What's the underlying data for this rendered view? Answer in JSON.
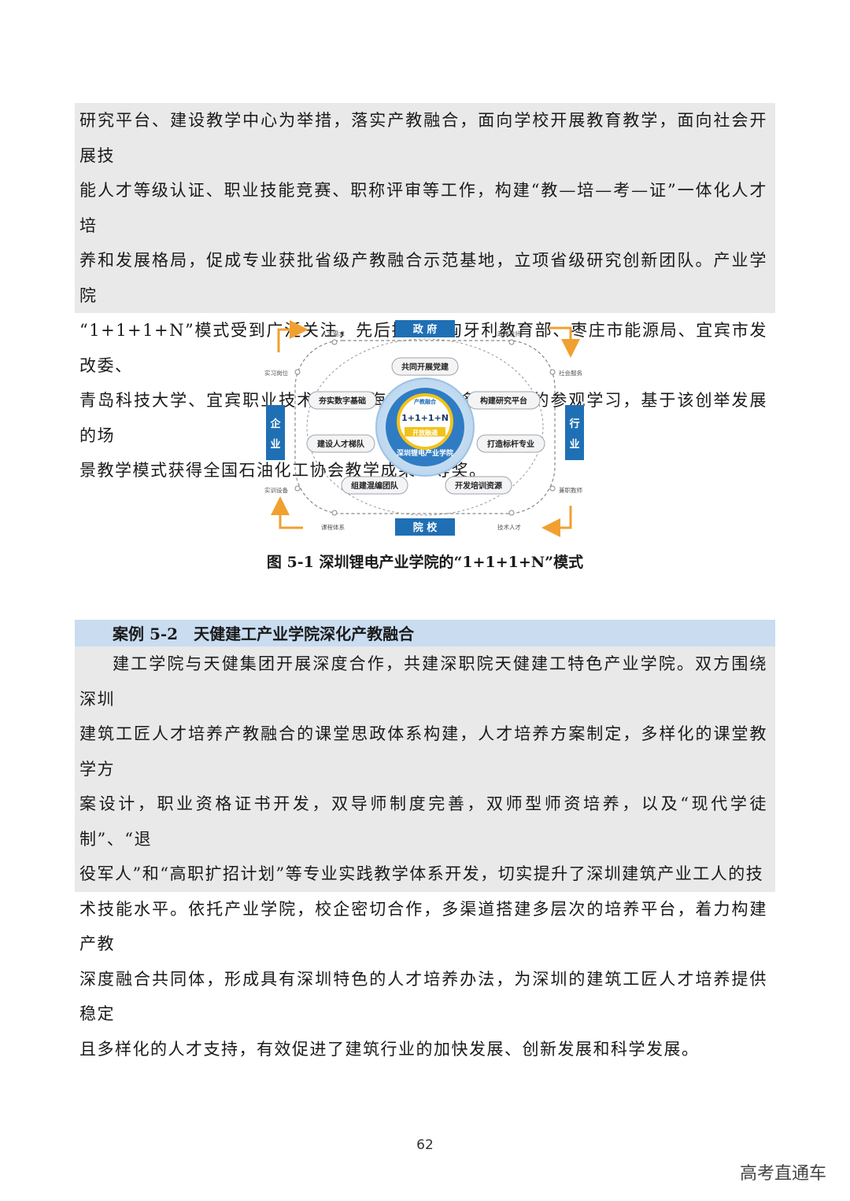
{
  "section1": {
    "lines": [
      "研究平台、建设教学中心为举措，落实产教融合，面向学校开展教育教学，面向社会开展技",
      "能人才等级认证、职业技能竞赛、职称评审等工作，构建“教—培—考—证”一体化人才培",
      "养和发展格局，促成专业获批省级产教融合示范基地，立项省级研究创新团队。产业学院",
      "“1+1+1+N”模式受到广泛关注，先后接待了匈牙利教育部、枣庄市能源局、宜宾市发改委、",
      "青岛科技大学、宜宾职业技术学院、海尔智家等多个团体的参观学习，基于该创举发展的场",
      "景教学模式获得全国石油化工协会教学成果一等奖。"
    ]
  },
  "figure": {
    "caption": "图 5-1 深圳锂电产业学院的“1+1+1+N”模式",
    "entities": {
      "top": "政 府",
      "bottom": "院 校",
      "left_1": "企",
      "left_2": "业",
      "right_1": "行",
      "right_2": "业"
    },
    "flow_labels": {
      "talent_demand": "人才需求",
      "policy_support": "政策扶持",
      "internship": "实习岗位",
      "social_service": "社会服务",
      "training_equipment": "实训设备",
      "part_time_teacher": "兼职教师",
      "curriculum": "课程体系",
      "technical_talent": "技术人才"
    },
    "nodes": [
      "共同开展党建",
      "构建研究平台",
      "打造标杆专业",
      "开发培训资源",
      "组建混编团队",
      "建设人才梯队",
      "夯实数字基础"
    ],
    "core": {
      "top_arc": "产教融合",
      "formula": "1+1+1+N",
      "mid": "开放融通",
      "bottom_arc": "深圳锂电产业学院"
    },
    "colors": {
      "entity_blue": "#1f6fb5",
      "arrow_orange": "#f0a030",
      "core_blue": "#2f7cc4",
      "core_yellow": "#f3c21a"
    }
  },
  "case": {
    "label": "案例 5-2",
    "title": "天健建工产业学院深化产教融合",
    "lines": [
      "建工学院与天健集团开展深度合作，共建深职院天健建工特色产业学院。双方围绕深圳",
      "建筑工匠人才培养产教融合的课堂思政体系构建，人才培养方案制定，多样化的课堂教学方",
      "案设计，职业资格证书开发，双导师制度完善，双师型师资培养，以及“现代学徒制”、“退",
      "役军人”和“高职扩招计划”等专业实践教学体系开发，切实提升了深圳建筑产业工人的技",
      "术技能水平。依托产业学院，校企密切合作，多渠道搭建多层次的培养平台，着力构建产教",
      "深度融合共同体，形成具有深圳特色的人才培养办法，为深圳的建筑工匠人才培养提供稳定",
      "且多样化的人才支持，有效促进了建筑行业的加快发展、创新发展和科学发展。"
    ]
  },
  "page_number": "62",
  "watermark": "高考直通车"
}
